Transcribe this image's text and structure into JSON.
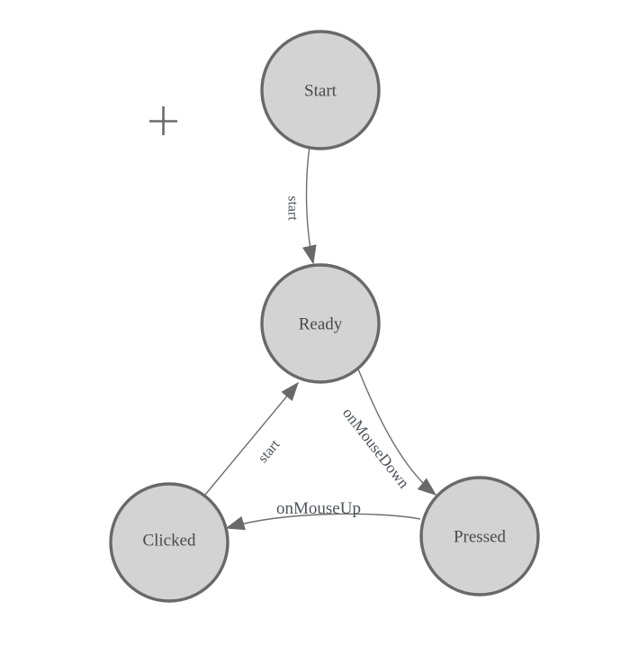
{
  "diagram": {
    "type": "finite-state-machine",
    "nodes": [
      {
        "id": "start",
        "label": "Start"
      },
      {
        "id": "ready",
        "label": "Ready"
      },
      {
        "id": "clicked",
        "label": "Clicked"
      },
      {
        "id": "pressed",
        "label": "Pressed"
      }
    ],
    "edges": [
      {
        "from": "start",
        "to": "ready",
        "label": "start"
      },
      {
        "from": "ready",
        "to": "pressed",
        "label": "onMouseDown"
      },
      {
        "from": "pressed",
        "to": "clicked",
        "label": "onMouseUp"
      },
      {
        "from": "clicked",
        "to": "ready",
        "label": "start"
      }
    ],
    "cursor": {
      "icon": "crosshair-plus"
    },
    "colors": {
      "background": "#ffffff",
      "node_fill": "#d3d3d3",
      "node_stroke": "#696969",
      "edge_stroke": "#6e6e6e",
      "arrow_fill": "#696969",
      "node_text": "#4a4a4a",
      "edge_text": "#4f545c",
      "cursor": "#6b6b6b"
    }
  }
}
